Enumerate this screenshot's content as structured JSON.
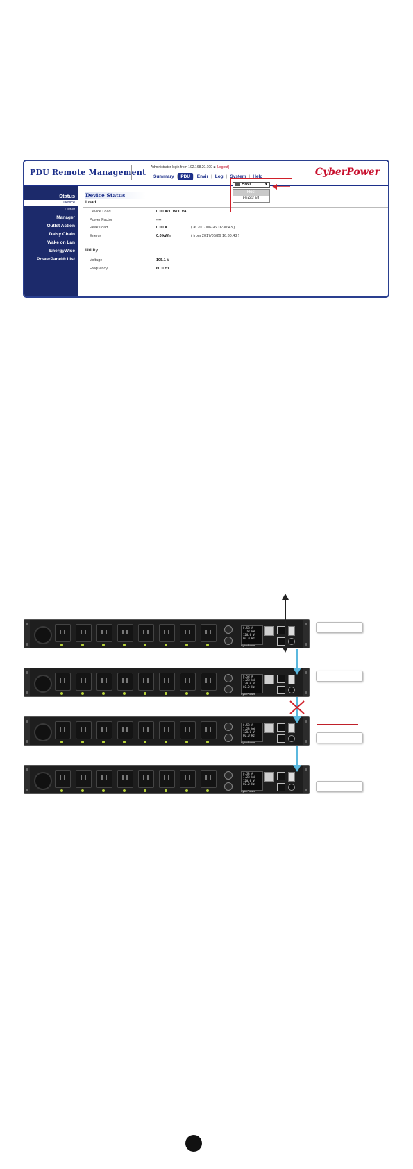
{
  "screenshot": {
    "app_title": "PDU Remote Management",
    "login_prefix": "Administrator login from 192.168.20.100",
    "logout_label": "[Logout]",
    "nav": [
      "Summary",
      "PDU",
      "Envir",
      "Log",
      "System",
      "Help"
    ],
    "active_nav": "PDU",
    "brand": "CyberPower",
    "sidebar": [
      {
        "label": "Status",
        "type": "head"
      },
      {
        "label": "Device",
        "type": "sub",
        "selected": true
      },
      {
        "label": "Outlet",
        "type": "sub"
      },
      {
        "label": "Manager",
        "type": "head"
      },
      {
        "label": "Outlet Action",
        "type": "head"
      },
      {
        "label": "Daisy Chain",
        "type": "head"
      },
      {
        "label": "Wake on Lan",
        "type": "head"
      },
      {
        "label": "EnergyWise",
        "type": "head"
      },
      {
        "label": "PowerPanel® List",
        "type": "head"
      }
    ],
    "page_title": "Device Status",
    "device_select": {
      "value": "Host",
      "options": [
        "Host",
        "Guest #1"
      ],
      "highlighted": "Host"
    },
    "load": {
      "heading": "Load",
      "rows": [
        {
          "label": "Device Load",
          "value": "0.00 A/ 0 W/ 0 VA",
          "note": ""
        },
        {
          "label": "Power Factor",
          "value": "----",
          "note": ""
        },
        {
          "label": "Peak Load",
          "value": "0.00 A",
          "note": "( at 2017/06/26 16:30:43 )"
        },
        {
          "label": "Energy",
          "value": "0.0 kWh",
          "note": "( from 2017/06/26 16:30:43 )"
        }
      ]
    },
    "utility": {
      "heading": "Utility",
      "rows": [
        {
          "label": "Voltage",
          "value": "105.1 V"
        },
        {
          "label": "Frequency",
          "value": "60.0 Hz"
        }
      ]
    }
  },
  "pdu_lcd": [
    "0.58 A",
    "7.28 kW",
    "120.0 V",
    "60.0 Hz"
  ],
  "pdu_brand": "CyberPower",
  "colors": {
    "link_arrow": "#5bb8de",
    "broken_link": "#d0202a",
    "brand": "#c8102e",
    "sidebar": "#1c2a6b"
  }
}
